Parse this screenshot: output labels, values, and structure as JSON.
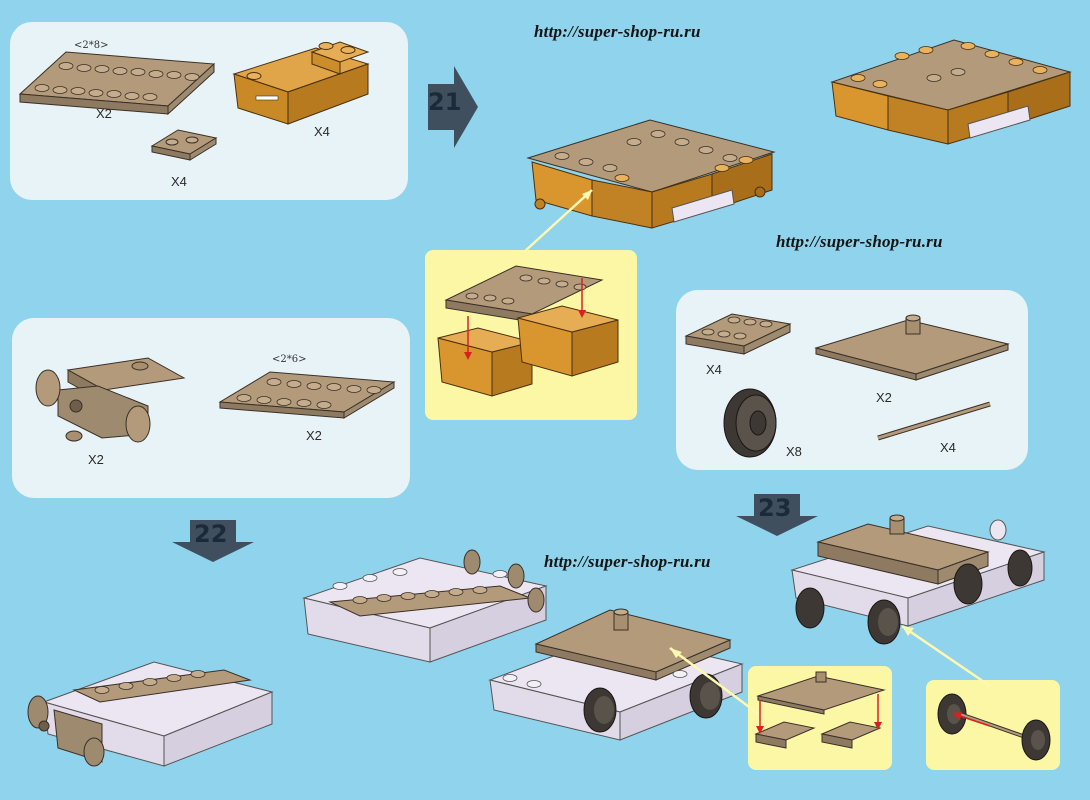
{
  "urls": {
    "top": "http://super-shop-ru.ru",
    "right": "http://super-shop-ru.ru",
    "bottom": "http://super-shop-ru.ru"
  },
  "steps": {
    "s21": "21",
    "s22": "22",
    "s23": "23"
  },
  "parts21": {
    "plate_size": "<2*8>",
    "plate_qty": "X2",
    "tile_qty": "X4",
    "wedge_qty": "X4"
  },
  "parts22": {
    "bogie_qty": "X2",
    "plate_size": "<2*6>",
    "plate_qty": "X2"
  },
  "parts23": {
    "plate_qty": "X4",
    "base_qty": "X2",
    "wheel_qty": "X8",
    "axle_qty": "X4"
  },
  "colors": {
    "background": "#8fd3ec",
    "panel": "#e8f3f7",
    "callout": "#fbf7a5",
    "tan": "#b39a7a",
    "orange": "#d9962e",
    "lavender": "#ece6f2",
    "dark": "#3d3833",
    "arrow_red": "#d92020"
  }
}
